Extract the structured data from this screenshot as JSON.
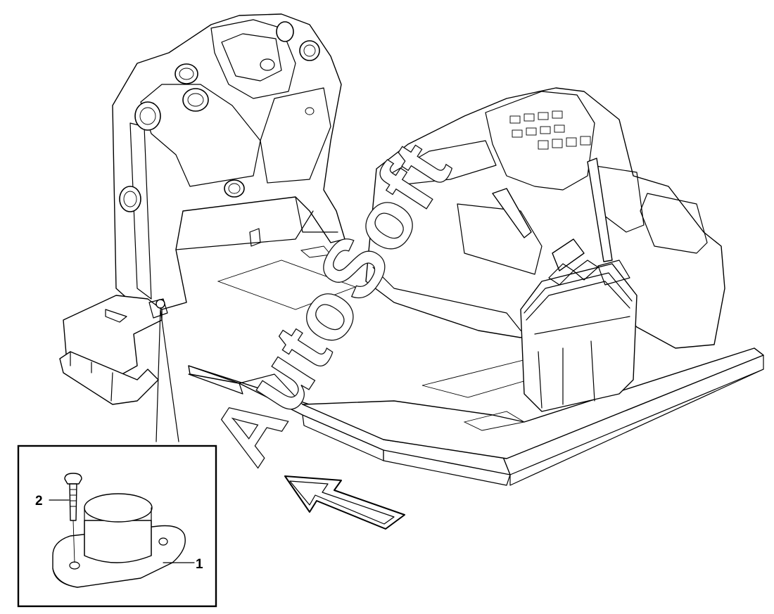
{
  "diagram": {
    "watermark": "AutoSoft",
    "callouts": [
      {
        "id": "1",
        "label": "1"
      },
      {
        "id": "2",
        "label": "2"
      }
    ]
  }
}
